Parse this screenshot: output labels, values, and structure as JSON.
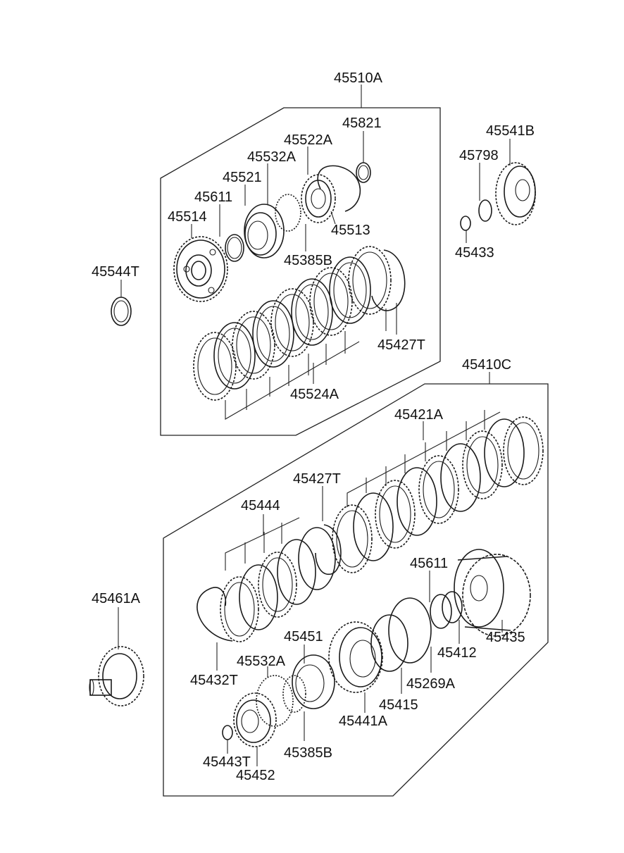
{
  "diagram": {
    "labels": {
      "l45510A": "45510A",
      "l45821": "45821",
      "l45522A": "45522A",
      "l45532A_top": "45532A",
      "l45521": "45521",
      "l45611_top": "45611",
      "l45514": "45514",
      "l45513": "45513",
      "l45385B_top": "45385B",
      "l45544T": "45544T",
      "l45427T_top": "45427T",
      "l45524A": "45524A",
      "l45541B": "45541B",
      "l45798": "45798",
      "l45433": "45433",
      "l45410C": "45410C",
      "l45421A": "45421A",
      "l45427T_mid": "45427T",
      "l45444": "45444",
      "l45611_low": "45611",
      "l45461A": "45461A",
      "l45435": "45435",
      "l45412": "45412",
      "l45451": "45451",
      "l45532A_low": "45532A",
      "l45432T": "45432T",
      "l45269A": "45269A",
      "l45415": "45415",
      "l45441A": "45441A",
      "l45385B_low": "45385B",
      "l45443T": "45443T",
      "l45452": "45452"
    }
  }
}
